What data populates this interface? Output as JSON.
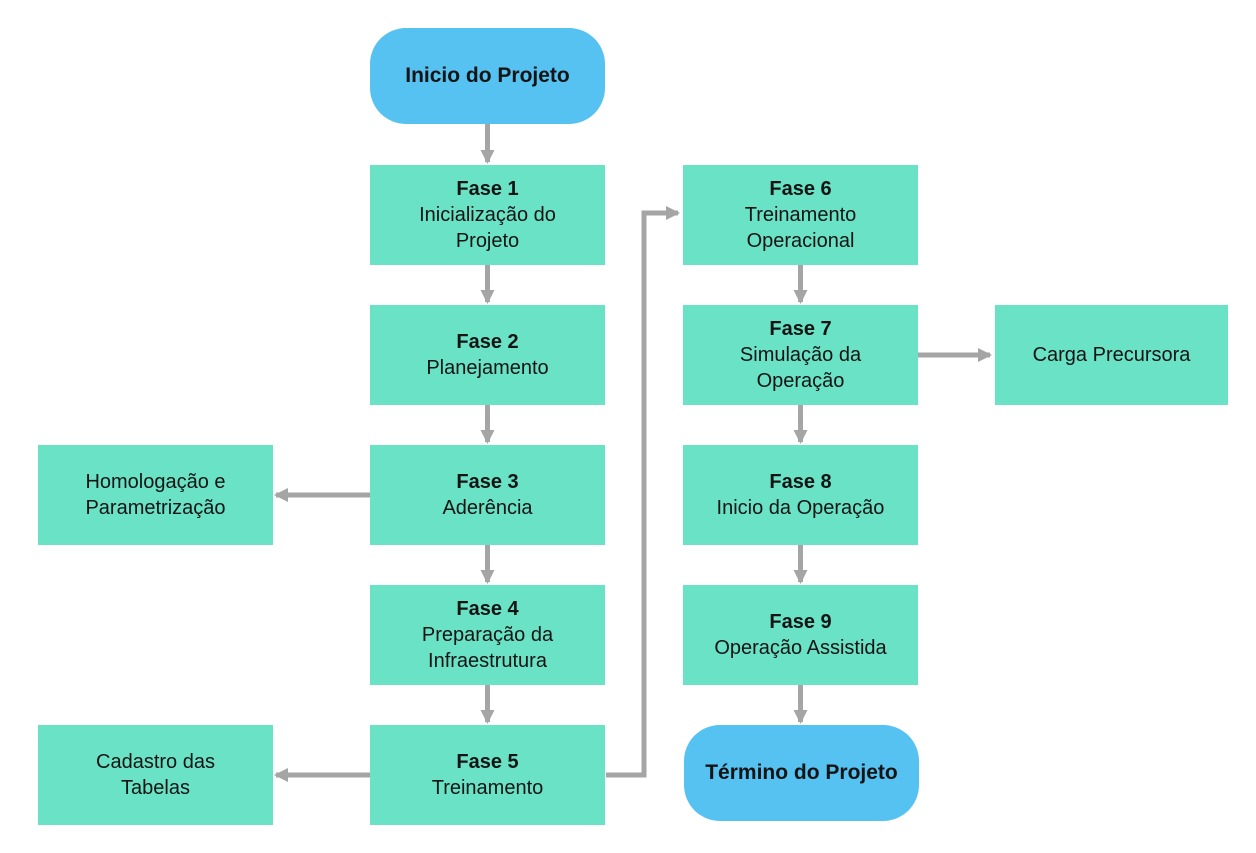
{
  "diagram": {
    "type": "flowchart",
    "colors": {
      "terminator_fill": "#55C2F1",
      "process_fill": "#69E2C6",
      "arrow": "#A5A5A5",
      "text": "#141414",
      "background": "#ffffff"
    },
    "nodes": {
      "start": {
        "label": "Inicio do Projeto"
      },
      "fase1": {
        "title": "Fase 1",
        "subtitle": "Inicialização do\nProjeto"
      },
      "fase2": {
        "title": "Fase 2",
        "subtitle": "Planejamento"
      },
      "fase3": {
        "title": "Fase 3",
        "subtitle": "Aderência"
      },
      "fase4": {
        "title": "Fase 4",
        "subtitle": "Preparação da\nInfraestrutura"
      },
      "fase5": {
        "title": "Fase 5",
        "subtitle": "Treinamento"
      },
      "fase6": {
        "title": "Fase 6",
        "subtitle": "Treinamento\nOperacional"
      },
      "fase7": {
        "title": "Fase 7",
        "subtitle": "Simulação da\nOperação"
      },
      "fase8": {
        "title": "Fase 8",
        "subtitle": "Inicio da Operação"
      },
      "fase9": {
        "title": "Fase 9",
        "subtitle": "Operação Assistida"
      },
      "homologacao": {
        "label": "Homologação e\nParametrização"
      },
      "cadastro": {
        "label": "Cadastro das\nTabelas"
      },
      "carga": {
        "label": "Carga Precursora"
      },
      "end": {
        "label": "Término do Projeto"
      }
    },
    "edges": [
      {
        "from": "start",
        "to": "fase1"
      },
      {
        "from": "fase1",
        "to": "fase2"
      },
      {
        "from": "fase2",
        "to": "fase3"
      },
      {
        "from": "fase3",
        "to": "homologacao"
      },
      {
        "from": "fase3",
        "to": "fase4"
      },
      {
        "from": "fase4",
        "to": "fase5"
      },
      {
        "from": "fase5",
        "to": "cadastro"
      },
      {
        "from": "fase5",
        "to": "fase6"
      },
      {
        "from": "fase6",
        "to": "fase7"
      },
      {
        "from": "fase7",
        "to": "carga"
      },
      {
        "from": "fase7",
        "to": "fase8"
      },
      {
        "from": "fase8",
        "to": "fase9"
      },
      {
        "from": "fase9",
        "to": "end"
      }
    ]
  }
}
